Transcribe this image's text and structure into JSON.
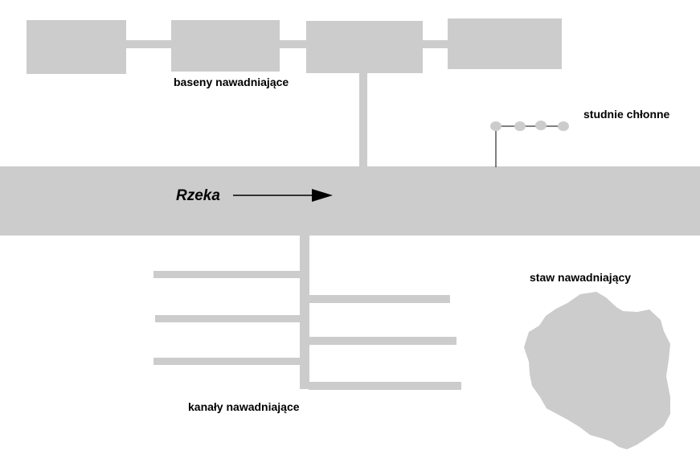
{
  "colors": {
    "fill": "#cccccc",
    "line": "#000000",
    "background": "#ffffff"
  },
  "labels": {
    "basins": "baseny nawadniające",
    "wells": "studnie chłonne",
    "river": "Rzeka",
    "pond": "staw nawadniający",
    "canals": "kanały nawadniające"
  }
}
